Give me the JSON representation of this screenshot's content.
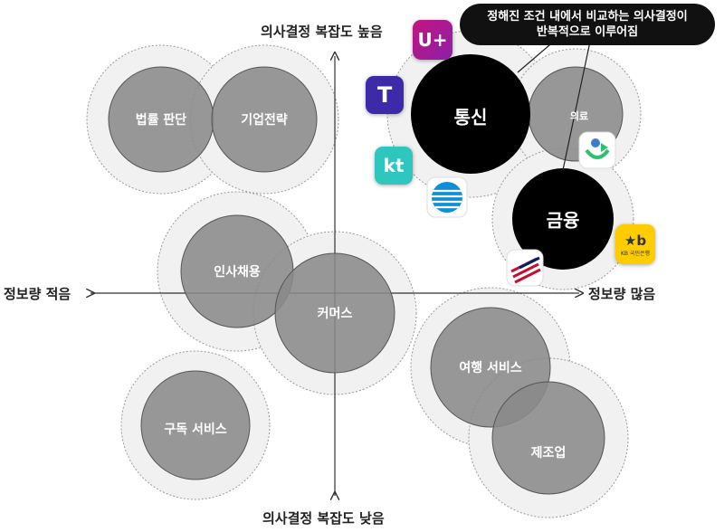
{
  "axes": {
    "top": "의사결정 복잡도 높음",
    "bottom": "의사결정 복잡도 낮음",
    "left": "정보량 적음",
    "right": "정보량 많음"
  },
  "callout": {
    "line1": "정해진 조건 내에서 비교하는 의사결정이",
    "line2": "반복적으로 이루어짐"
  },
  "bubbles": {
    "legal": "법률 판단",
    "strategy": "기업전략",
    "telecom": "통신",
    "medical": "의료",
    "finance": "금융",
    "hr": "인사채용",
    "commerce": "커머스",
    "travel": "여행 서비스",
    "subscription": "구독 서비스",
    "manufacturing": "제조업"
  },
  "logos": {
    "uplus": "U+",
    "tmap": "T",
    "kt": "kt",
    "kb_mark": "★b",
    "kb_text": "KB 국민은행"
  },
  "colors": {
    "bubble_gray": "#8a8a8a",
    "bubble_dark": "#000000",
    "halo": "#f1f1f1",
    "uplus": "#b0137a",
    "tmap": "#3d2aa8",
    "kt": "#2fc6bd",
    "kb": "#ffcc00"
  }
}
